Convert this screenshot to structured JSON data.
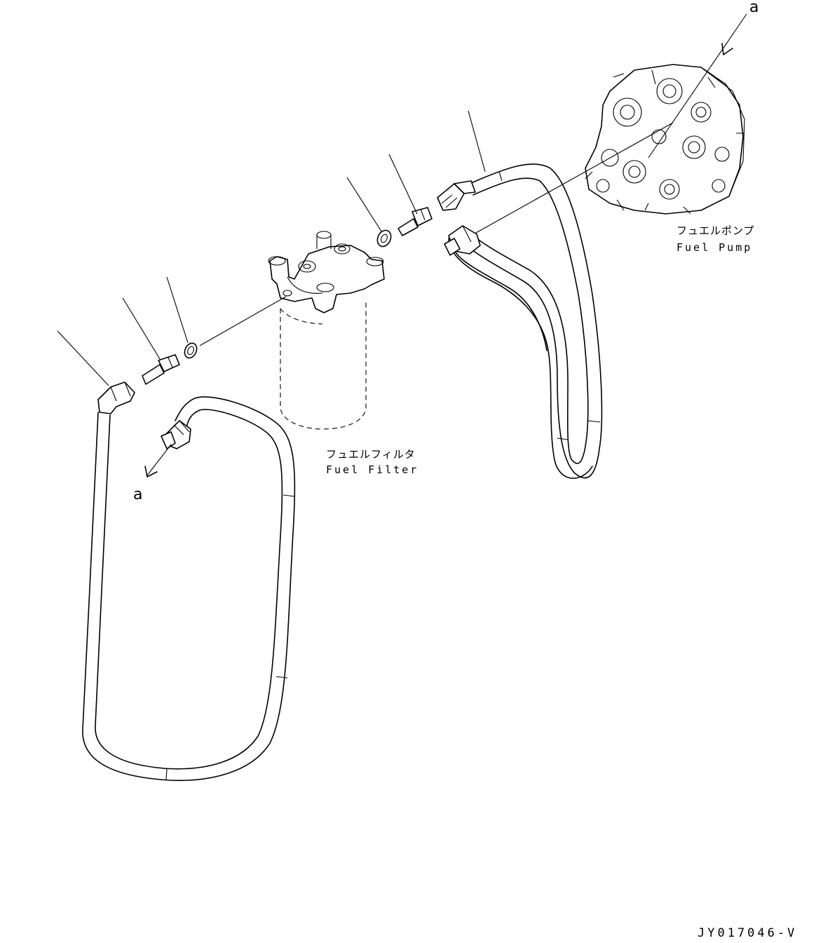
{
  "labels": {
    "fuel_pump_jp": "フュエルポンプ",
    "fuel_pump_en": "Fuel Pump",
    "fuel_filter_jp": "フュエルフィルタ",
    "fuel_filter_en": "Fuel Filter",
    "ref_a_top": "a",
    "ref_a_bottom": "a"
  },
  "drawing_code": "JY017046-V",
  "colors": {
    "line": "#000000",
    "background": "#ffffff"
  }
}
